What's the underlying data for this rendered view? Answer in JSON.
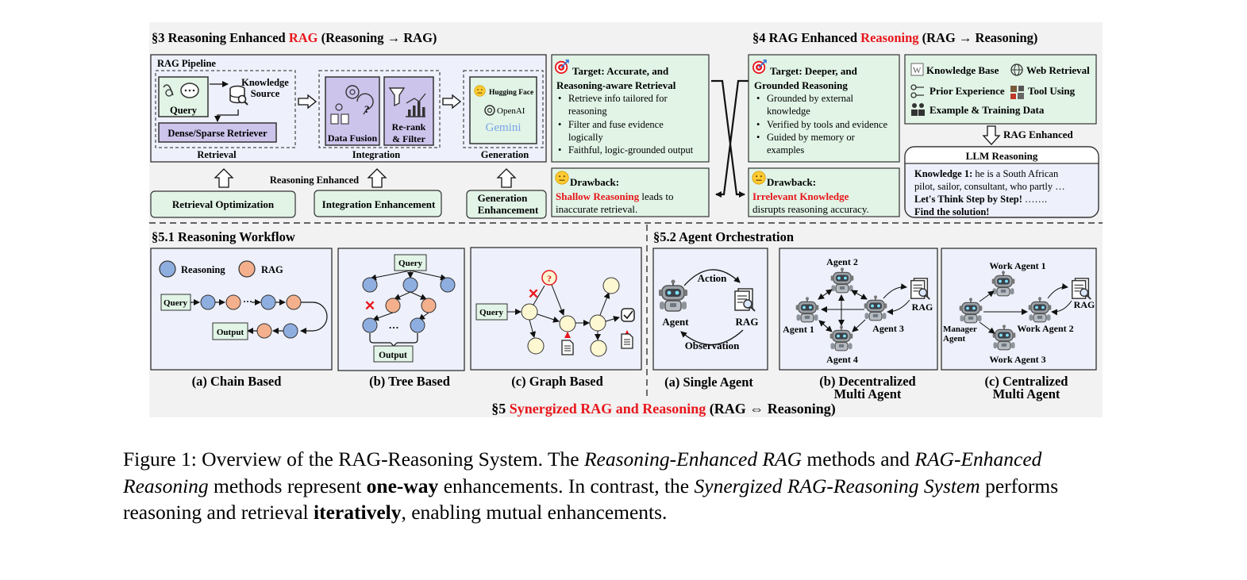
{
  "colors": {
    "red": "#e8161b",
    "green_fill": "#e1f4e6",
    "purple_fill": "#cdc4ec",
    "lavender": "#eef0fb",
    "blue_node": "#8faee0",
    "orange_node": "#f4b08d",
    "yellow_node": "#fdf7d2",
    "panel_bg": "#f2f2f2"
  },
  "s3": {
    "prefix": "§3 Reasoning Enhanced ",
    "red": "RAG",
    "suffix": " (Reasoning → RAG)"
  },
  "s4": {
    "prefix": "§4 RAG Enhanced ",
    "red": "Reasoning",
    "suffix": " (RAG → Reasoning)"
  },
  "pipeline": {
    "title": "RAG Pipeline",
    "query": "Query",
    "knowledge": "Knowledge",
    "source": "Source",
    "retriever": "Dense/Sparse Retriever",
    "data_fusion": "Data Fusion",
    "rerank1": "Re-rank",
    "rerank2": "& Filter",
    "hugging": "Hugging Face",
    "openai": "OpenAI",
    "gemini": "Gemini",
    "lbl_retrieval": "Retrieval",
    "lbl_integration": "Integration",
    "lbl_generation": "Generation"
  },
  "enh": {
    "reasoning_enhanced": "Reasoning Enhanced",
    "retrieval_opt": "Retrieval Optimization",
    "integration": "Integration Enhancement",
    "gen1": "Generation",
    "gen2": "Enhancement"
  },
  "target3": {
    "t1": "Target: Accurate, and",
    "t2": "Reasoning-aware Retrieval",
    "b1a": "Retrieve info tailored for",
    "b1b": "reasoning",
    "b2a": "Filter and fuse evidence",
    "b2b": "logically",
    "b3": "Faithful, logic-grounded output"
  },
  "drawback3": {
    "title": "Drawback:",
    "red": "Shallow Reasoning",
    "rest": " leads to",
    "line2": "inaccurate retrieval."
  },
  "target4": {
    "t1": "Target: Deeper, and",
    "t2": "Grounded Reasoning",
    "b1a": "Grounded by external",
    "b1b": "knowledge",
    "b2": "Verified by tools and evidence",
    "b3a": "Guided by memory or",
    "b3b": "examples"
  },
  "drawback4": {
    "title": "Drawback:",
    "red": "Irrelevant Knowledge",
    "line2": "disrupts reasoning accuracy."
  },
  "sources": {
    "kb": "Knowledge Base",
    "web": "Web Retrieval",
    "prior": "Prior Experience",
    "tool": "Tool Using",
    "example": "Example & Training Data",
    "wiki": "W",
    "rag_enh": "RAG Enhanced"
  },
  "llm": {
    "title": "LLM Reasoning",
    "k_bold": "Knowledge 1:",
    "k_text": " he is a South African",
    "k_line2": "pilot, sailor, consultant, who partly …",
    "think": "Let's Think Step by Step!",
    "dots": " …….",
    "find": "Find the solution!"
  },
  "s51": "§5.1 Reasoning Workflow",
  "s52": "§5.2 Agent Orchestration",
  "workflow": {
    "legend_reasoning": "Reasoning",
    "legend_rag": "RAG",
    "query": "Query",
    "output": "Output",
    "dots": "…",
    "cap_a": "(a) Chain Based",
    "cap_b": "(b) Tree Based",
    "cap_c": "(c) Graph Based",
    "q": "?",
    "x": "✕"
  },
  "agents": {
    "action": "Action",
    "agent": "Agent",
    "rag": "RAG",
    "observation": "Observation",
    "a1": "Agent 1",
    "a2": "Agent 2",
    "a3": "Agent 3",
    "a4": "Agent 4",
    "w1": "Work Agent 1",
    "w2": "Work Agent 2",
    "w3": "Work Agent 3",
    "manager": "Manager",
    "manager2": "Agent",
    "cap_a": "(a) Single Agent",
    "cap_b1": "(b) Decentralized",
    "cap_b2": "Multi Agent",
    "cap_c1": "(c) Centralized",
    "cap_c2": "Multi Agent"
  },
  "s5": {
    "prefix": "§5 ",
    "red": "Synergized RAG and Reasoning",
    "suffix": " (RAG ⇔  Reasoning)"
  },
  "caption": {
    "p1": "Figure 1: Overview of the RAG-Reasoning System. The ",
    "i1": "Reasoning-Enhanced RAG",
    "p2": " methods and ",
    "i2": "RAG-Enhanced Reasoning",
    "p3": " methods represent ",
    "b1": "one-way",
    "p4": " enhancements. In contrast, the ",
    "i3": "Synergized RAG-Reasoning System",
    "p5": " performs reasoning and retrieval ",
    "b2": "iteratively",
    "p6": ", enabling mutual enhancements."
  }
}
